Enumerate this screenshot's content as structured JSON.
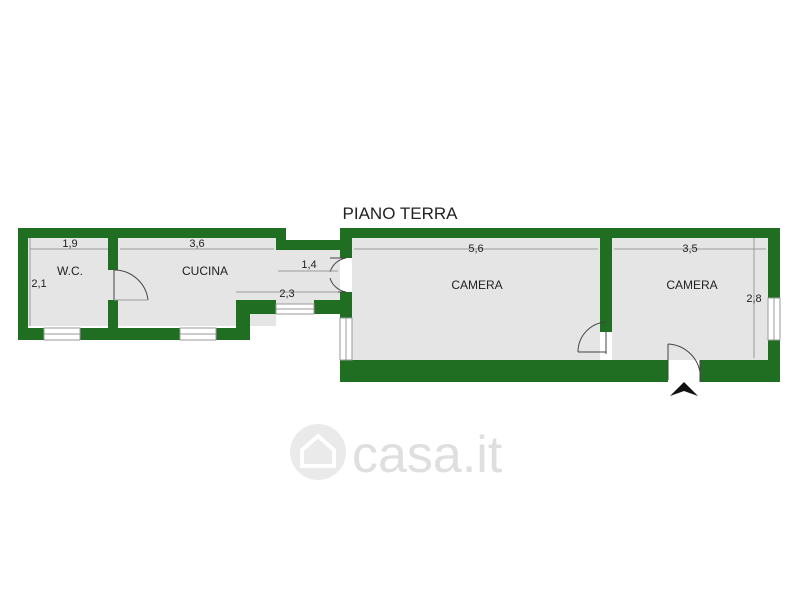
{
  "plan": {
    "title": "PIANO TERRA",
    "colors": {
      "wall": "#1f6e22",
      "floor": "#e5e5e5",
      "dim_line": "#9a9a9a",
      "line": "#444444"
    },
    "rooms": [
      {
        "id": "wc",
        "label": "W.C.",
        "width": "1,9",
        "depth": "2,1"
      },
      {
        "id": "cucina",
        "label": "CUCINA",
        "width": "3,6"
      },
      {
        "id": "corridor",
        "width_upper": "1,4",
        "width_lower": "2,3"
      },
      {
        "id": "camera-1",
        "label": "CAMERA",
        "width": "5,6"
      },
      {
        "id": "camera-2",
        "label": "CAMERA",
        "width": "3,5",
        "depth": "2,8"
      }
    ],
    "entrance_icon": "entrance-arrow-icon"
  },
  "watermark": {
    "text": "casa.it",
    "icon": "house-logo-icon"
  }
}
